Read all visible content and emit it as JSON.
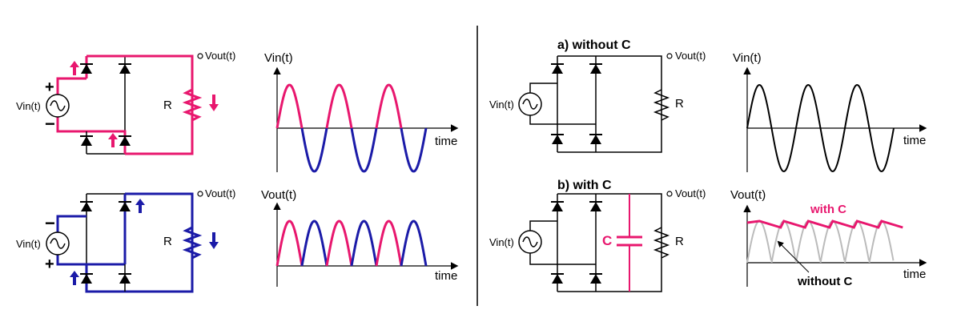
{
  "colors": {
    "positive": "#e8176e",
    "negative": "#1b1ba8",
    "neutral": "#000000",
    "ripple_ref": "#bbbbbb"
  },
  "left": {
    "top_circuit": {
      "vin_label": "Vin(t)",
      "vout_label": "Vout(t)",
      "resistor_label": "R",
      "plus": "+",
      "minus": "−"
    },
    "bottom_circuit": {
      "vin_label": "Vin(t)",
      "vout_label": "Vout(t)",
      "resistor_label": "R",
      "plus": "+",
      "minus": "−"
    },
    "vin_plot": {
      "ylabel": "Vin(t)",
      "xlabel": "time"
    },
    "vout_plot": {
      "ylabel": "Vout(t)",
      "xlabel": "time"
    }
  },
  "right": {
    "circuit_a": {
      "title": "a) without C",
      "vin_label": "Vin(t)",
      "vout_label": "Vout(t)",
      "resistor_label": "R"
    },
    "circuit_b": {
      "title": "b) with C",
      "vin_label": "Vin(t)",
      "vout_label": "Vout(t)",
      "resistor_label": "R",
      "capacitor_label": "C"
    },
    "vin_plot": {
      "ylabel": "Vin(t)",
      "xlabel": "time"
    },
    "vout_plot": {
      "ylabel": "Vout(t)",
      "xlabel": "time",
      "with_label": "with C",
      "without_label": "without C"
    }
  }
}
